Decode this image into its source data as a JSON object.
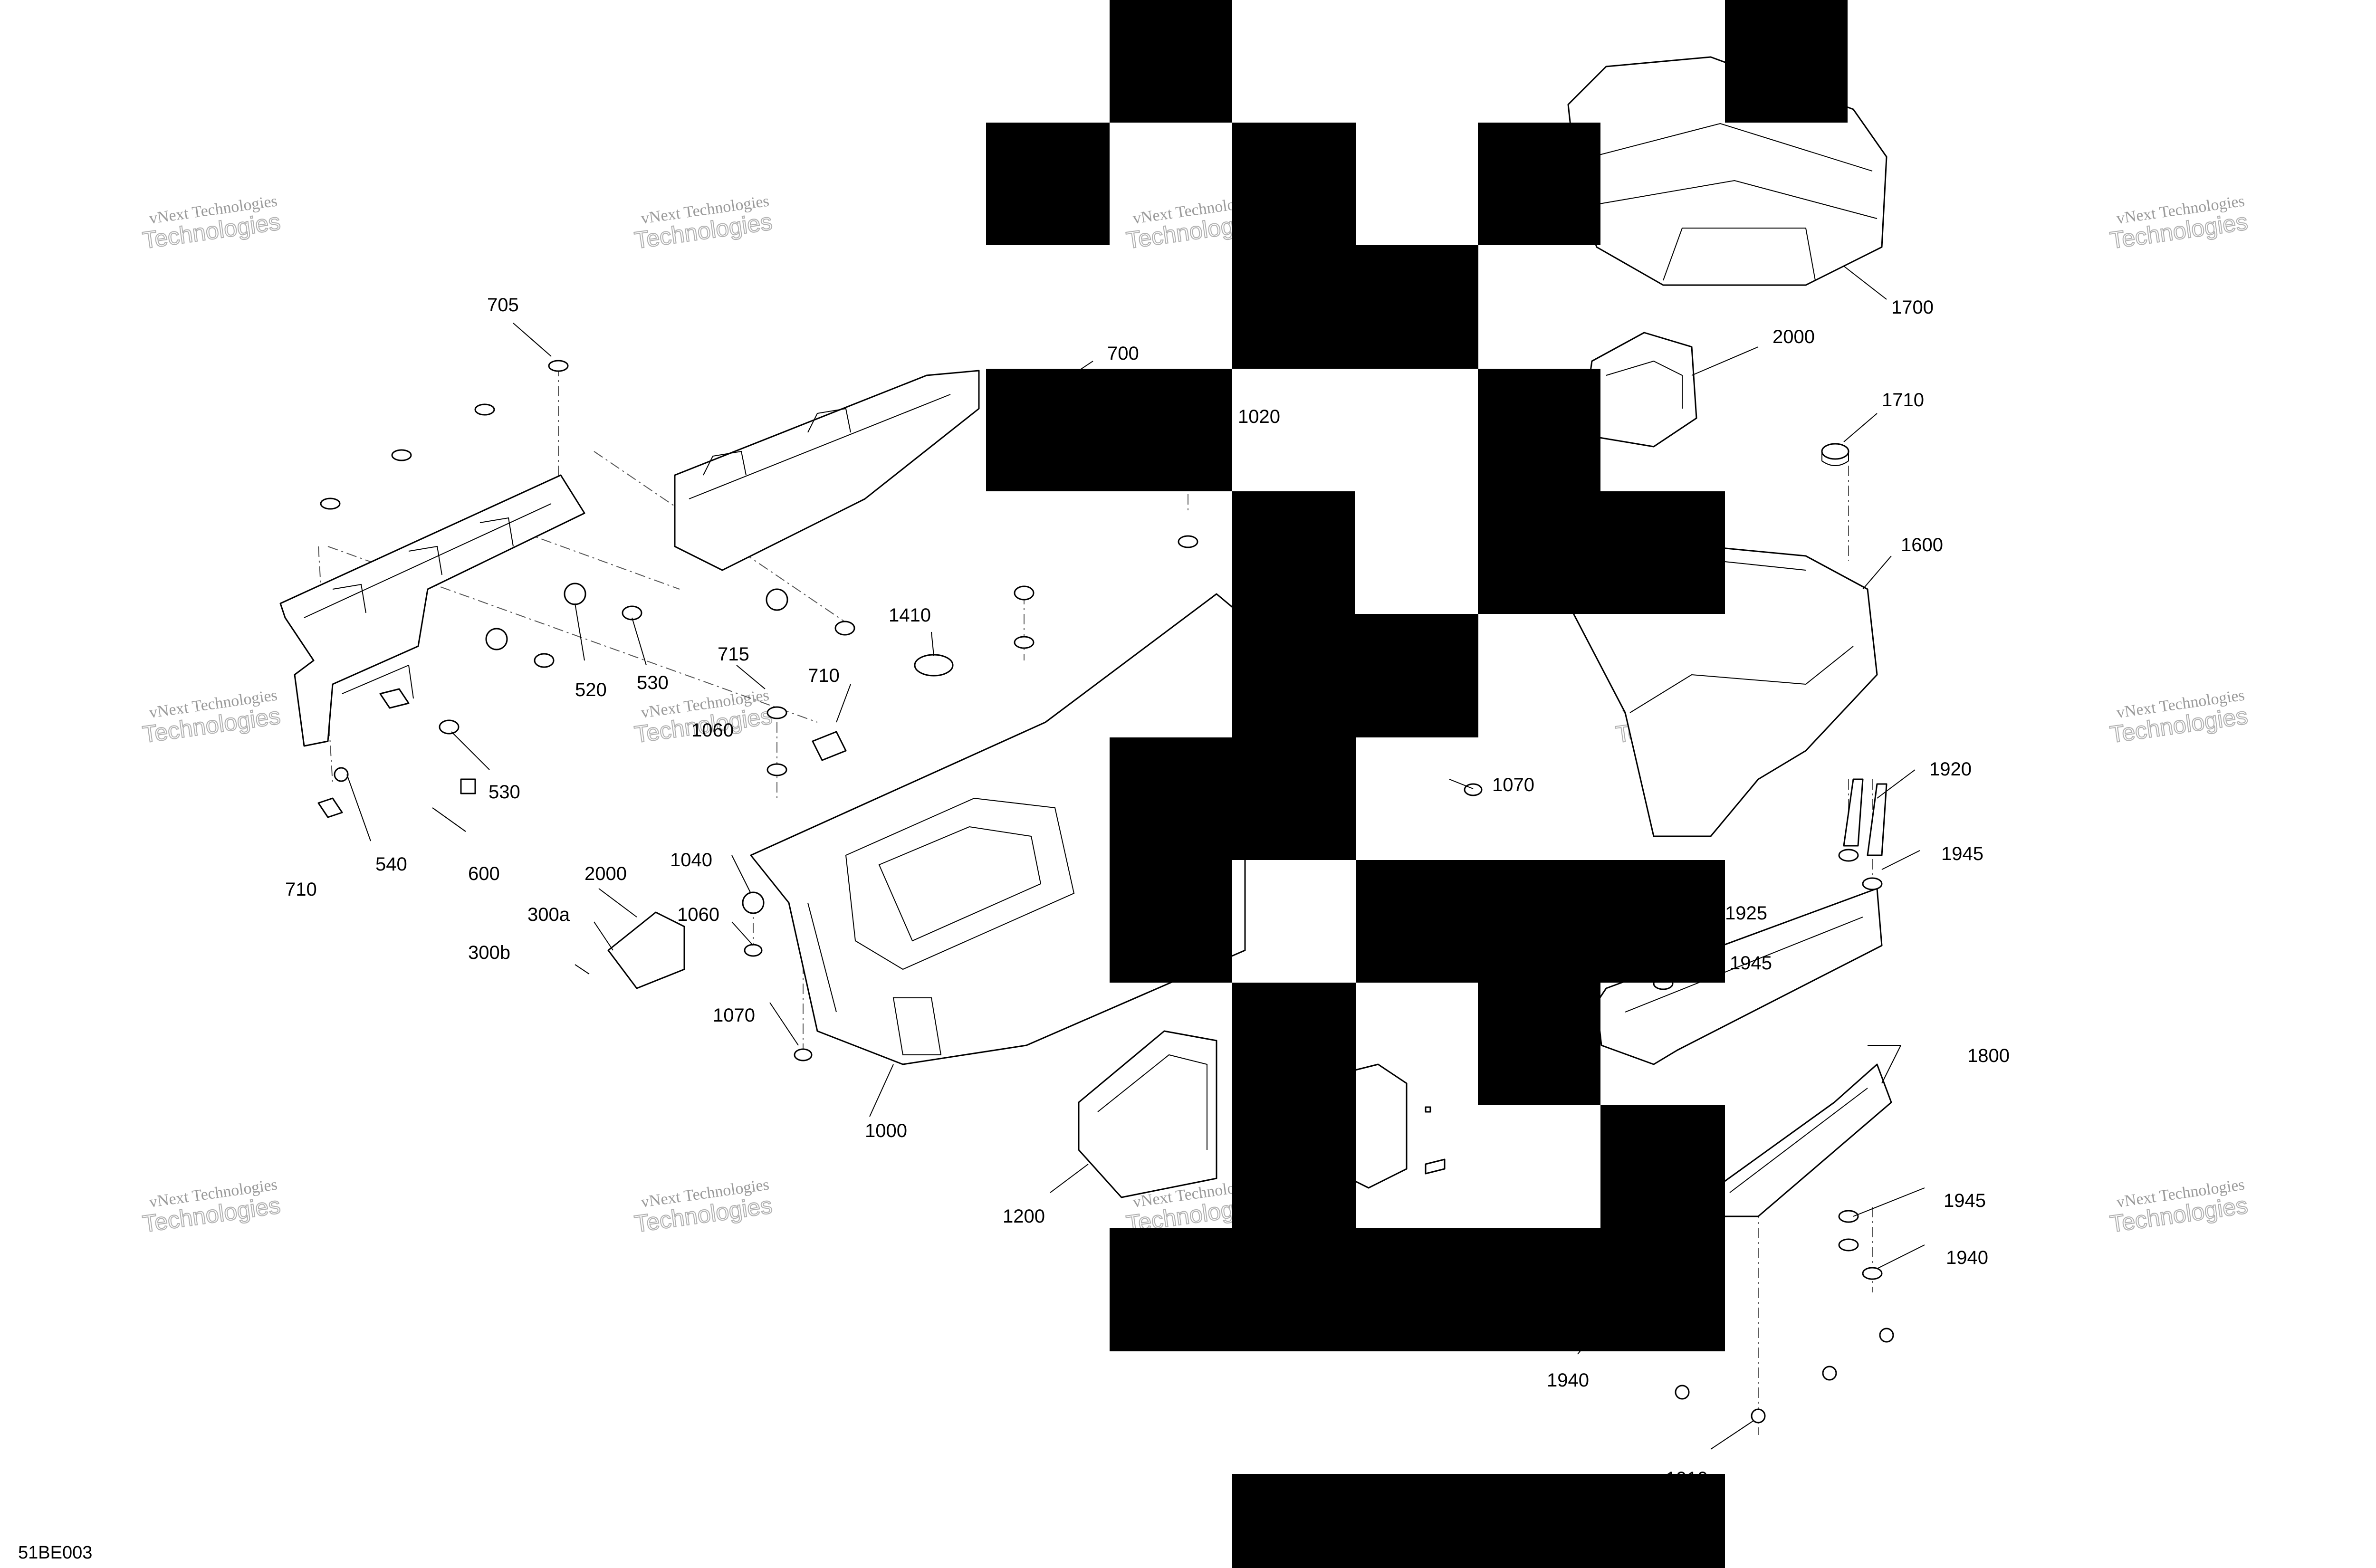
{
  "diagram": {
    "reference_code": "51BE003",
    "watermark": {
      "line1": "vNext Technologies",
      "line2": "Technologies"
    },
    "callouts": [
      {
        "id": "c705",
        "text": "705"
      },
      {
        "id": "c700",
        "text": "700"
      },
      {
        "id": "c1020",
        "text": "1020"
      },
      {
        "id": "c1700",
        "text": "1700"
      },
      {
        "id": "c2000a",
        "text": "2000"
      },
      {
        "id": "c1710",
        "text": "1710"
      },
      {
        "id": "c1600",
        "text": "1600"
      },
      {
        "id": "c1410",
        "text": "1410"
      },
      {
        "id": "c715",
        "text": "715"
      },
      {
        "id": "c710a",
        "text": "710"
      },
      {
        "id": "c520",
        "text": "520"
      },
      {
        "id": "c530a",
        "text": "530"
      },
      {
        "id": "c1060a",
        "text": "1060"
      },
      {
        "id": "c530b",
        "text": "530"
      },
      {
        "id": "c1070a",
        "text": "1070"
      },
      {
        "id": "c1920",
        "text": "1920"
      },
      {
        "id": "c1945a",
        "text": "1945"
      },
      {
        "id": "c540",
        "text": "540"
      },
      {
        "id": "c600",
        "text": "600"
      },
      {
        "id": "c710b",
        "text": "710"
      },
      {
        "id": "c2000b",
        "text": "2000"
      },
      {
        "id": "c1040",
        "text": "1040"
      },
      {
        "id": "c300a",
        "text": "300a"
      },
      {
        "id": "c1060b",
        "text": "1060"
      },
      {
        "id": "c300b",
        "text": "300b"
      },
      {
        "id": "c1925",
        "text": "1925"
      },
      {
        "id": "c1945b",
        "text": "1945"
      },
      {
        "id": "c1070b",
        "text": "1070"
      },
      {
        "id": "c1800",
        "text": "1800"
      },
      {
        "id": "c1000",
        "text": "1000"
      },
      {
        "id": "c1200",
        "text": "1200"
      },
      {
        "id": "c1945c",
        "text": "1945"
      },
      {
        "id": "c1940a",
        "text": "1940"
      },
      {
        "id": "c1940b",
        "text": "1940"
      },
      {
        "id": "c1910",
        "text": "1910"
      }
    ]
  }
}
